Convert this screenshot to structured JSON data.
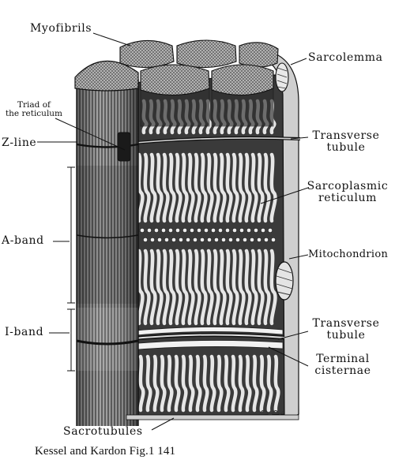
{
  "labels": {
    "myofibrils": "Myofibrils",
    "sarcolemma": "Sarcolemma",
    "triad_line1": "Triad of",
    "triad_line2": "the reticulum",
    "z_line": "Z-line",
    "transverse_tubule_top_1": "Transverse",
    "transverse_tubule_top_2": "tubule",
    "sarcoplasmic_1": "Sarcoplasmic",
    "sarcoplasmic_2": "reticulum",
    "a_band": "A-band",
    "mitochondrion": "Mitochondrion",
    "i_band": "I-band",
    "transverse_tubule_bottom_1": "Transverse",
    "transverse_tubule_bottom_2": "tubule",
    "terminal_1": "Terminal",
    "terminal_2": "cisternae",
    "sacrotubules": "Sacrotubules"
  },
  "caption": "Kessel and Kardon Fig.1 141",
  "colors": {
    "ink": "#111111",
    "paper": "#ffffff"
  }
}
